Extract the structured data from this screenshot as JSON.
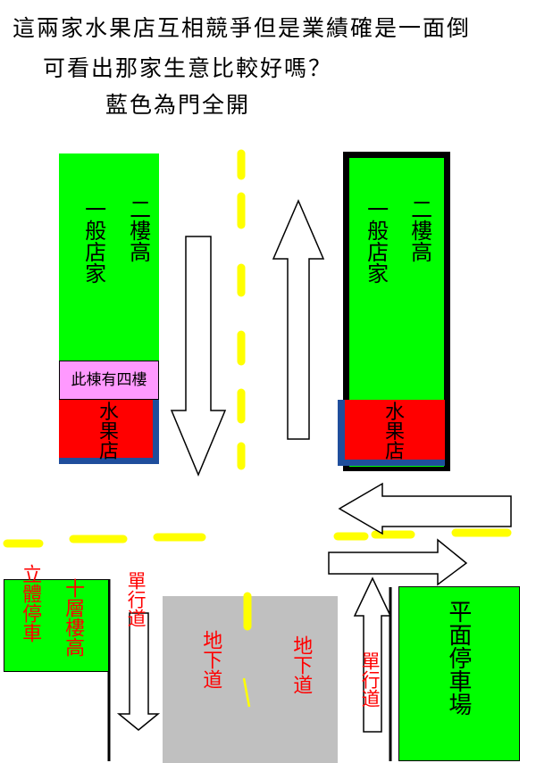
{
  "title": {
    "line1": "這兩家水果店互相競爭但是業績確是一面倒",
    "line2": "可看出那家生意比較好嗎？",
    "line3": "藍色為門全開"
  },
  "left_building": {
    "col_right": "二樓高",
    "col_left": "一般店家",
    "sign": "此棟有四樓",
    "shop": "水果店"
  },
  "right_building": {
    "col_right": "二樓高",
    "col_left": "一般店家",
    "shop": "水果店"
  },
  "parking_left": {
    "col_left": "立體停車",
    "col_right": "十層樓高"
  },
  "oneway_left": "單行道",
  "oneway_right": "單行道",
  "underpass_left": "地下道",
  "underpass_right": "地下道",
  "parking_right": "平面停車場",
  "colors": {
    "building_green": "#00ff00",
    "shop_red": "#ff0000",
    "door_blue": "#1f4e9c",
    "sign_pink": "#ff99ff",
    "road_yellow": "#ffff00",
    "underpass_gray": "#c0c0c0",
    "label_red": "#ff0000"
  }
}
